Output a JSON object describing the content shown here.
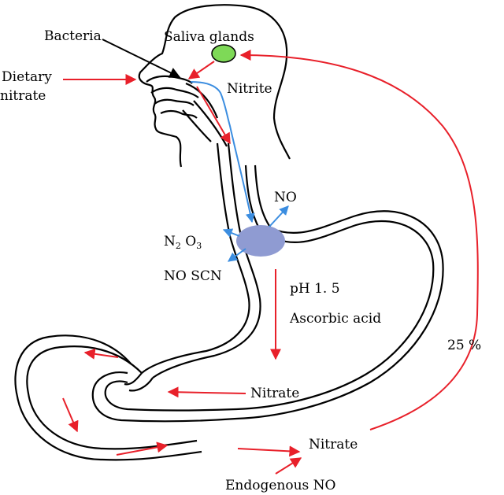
{
  "labels": {
    "bacteria": "Bacteria",
    "saliva_glands": "Saliva glands",
    "dietary_1": "Dietary",
    "dietary_2": "nitrate",
    "nitrite": "Nitrite",
    "no": "NO",
    "n2o3_n": "N",
    "n2o3_sub2": "2",
    "n2o3_o": " O",
    "n2o3_sub3": "3",
    "noscn": "NO SCN",
    "ph": "pH 1. 5",
    "ascorbic": "Ascorbic acid",
    "nitrate_stomach": "Nitrate",
    "pct": "25 %",
    "nitrate_bottom": "Nitrate",
    "endogenous": "Endogenous NO"
  },
  "colors": {
    "outline": "#000000",
    "red_arrow": "#e8202a",
    "blue_arrow": "#3b8de0",
    "saliva_gland": "#7ed957",
    "stomach_blob": "#8f9bd2"
  }
}
